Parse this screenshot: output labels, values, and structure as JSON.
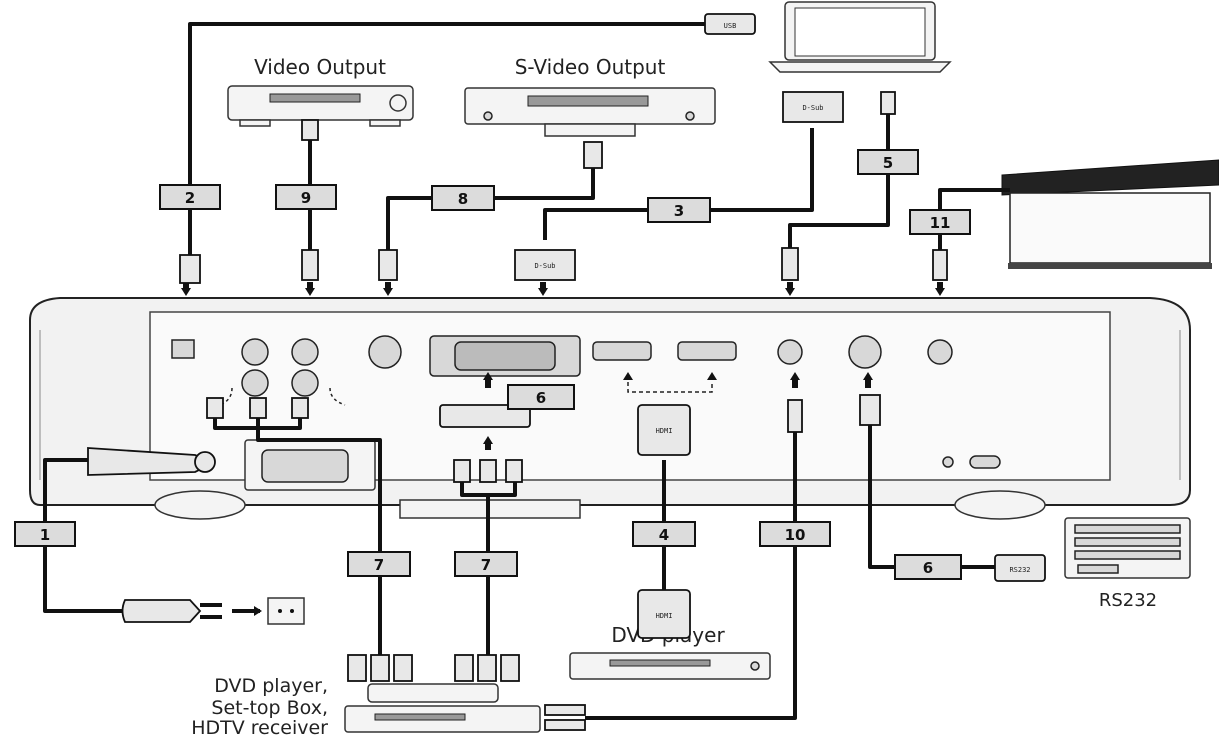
{
  "labels": {
    "video_output": "Video Output",
    "svideo_output": "S-Video Output",
    "rs232": "RS232",
    "dvd_player": "DVD player",
    "settop_line1": "DVD player,",
    "settop_line2": "Set-top Box,",
    "settop_line3": "HDTV receiver"
  },
  "connector_tags": {
    "usb": "USB",
    "dsub_pc": "D-Sub",
    "dsub_port": "D-Sub",
    "hdmi_top": "HDMI",
    "hdmi_bottom": "HDMI",
    "rs232_plug": "RS232"
  },
  "cables": {
    "c1": "1",
    "c2": "2",
    "c3": "3",
    "c4": "4",
    "c5": "5",
    "c6a": "6",
    "c6b": "6",
    "c7a": "7",
    "c7b": "7",
    "c8": "8",
    "c9": "9",
    "c10": "10",
    "c11": "11"
  },
  "colors": {
    "line": "#111111",
    "panel": "#f2f2f2",
    "tag": "#dcdcdc"
  }
}
